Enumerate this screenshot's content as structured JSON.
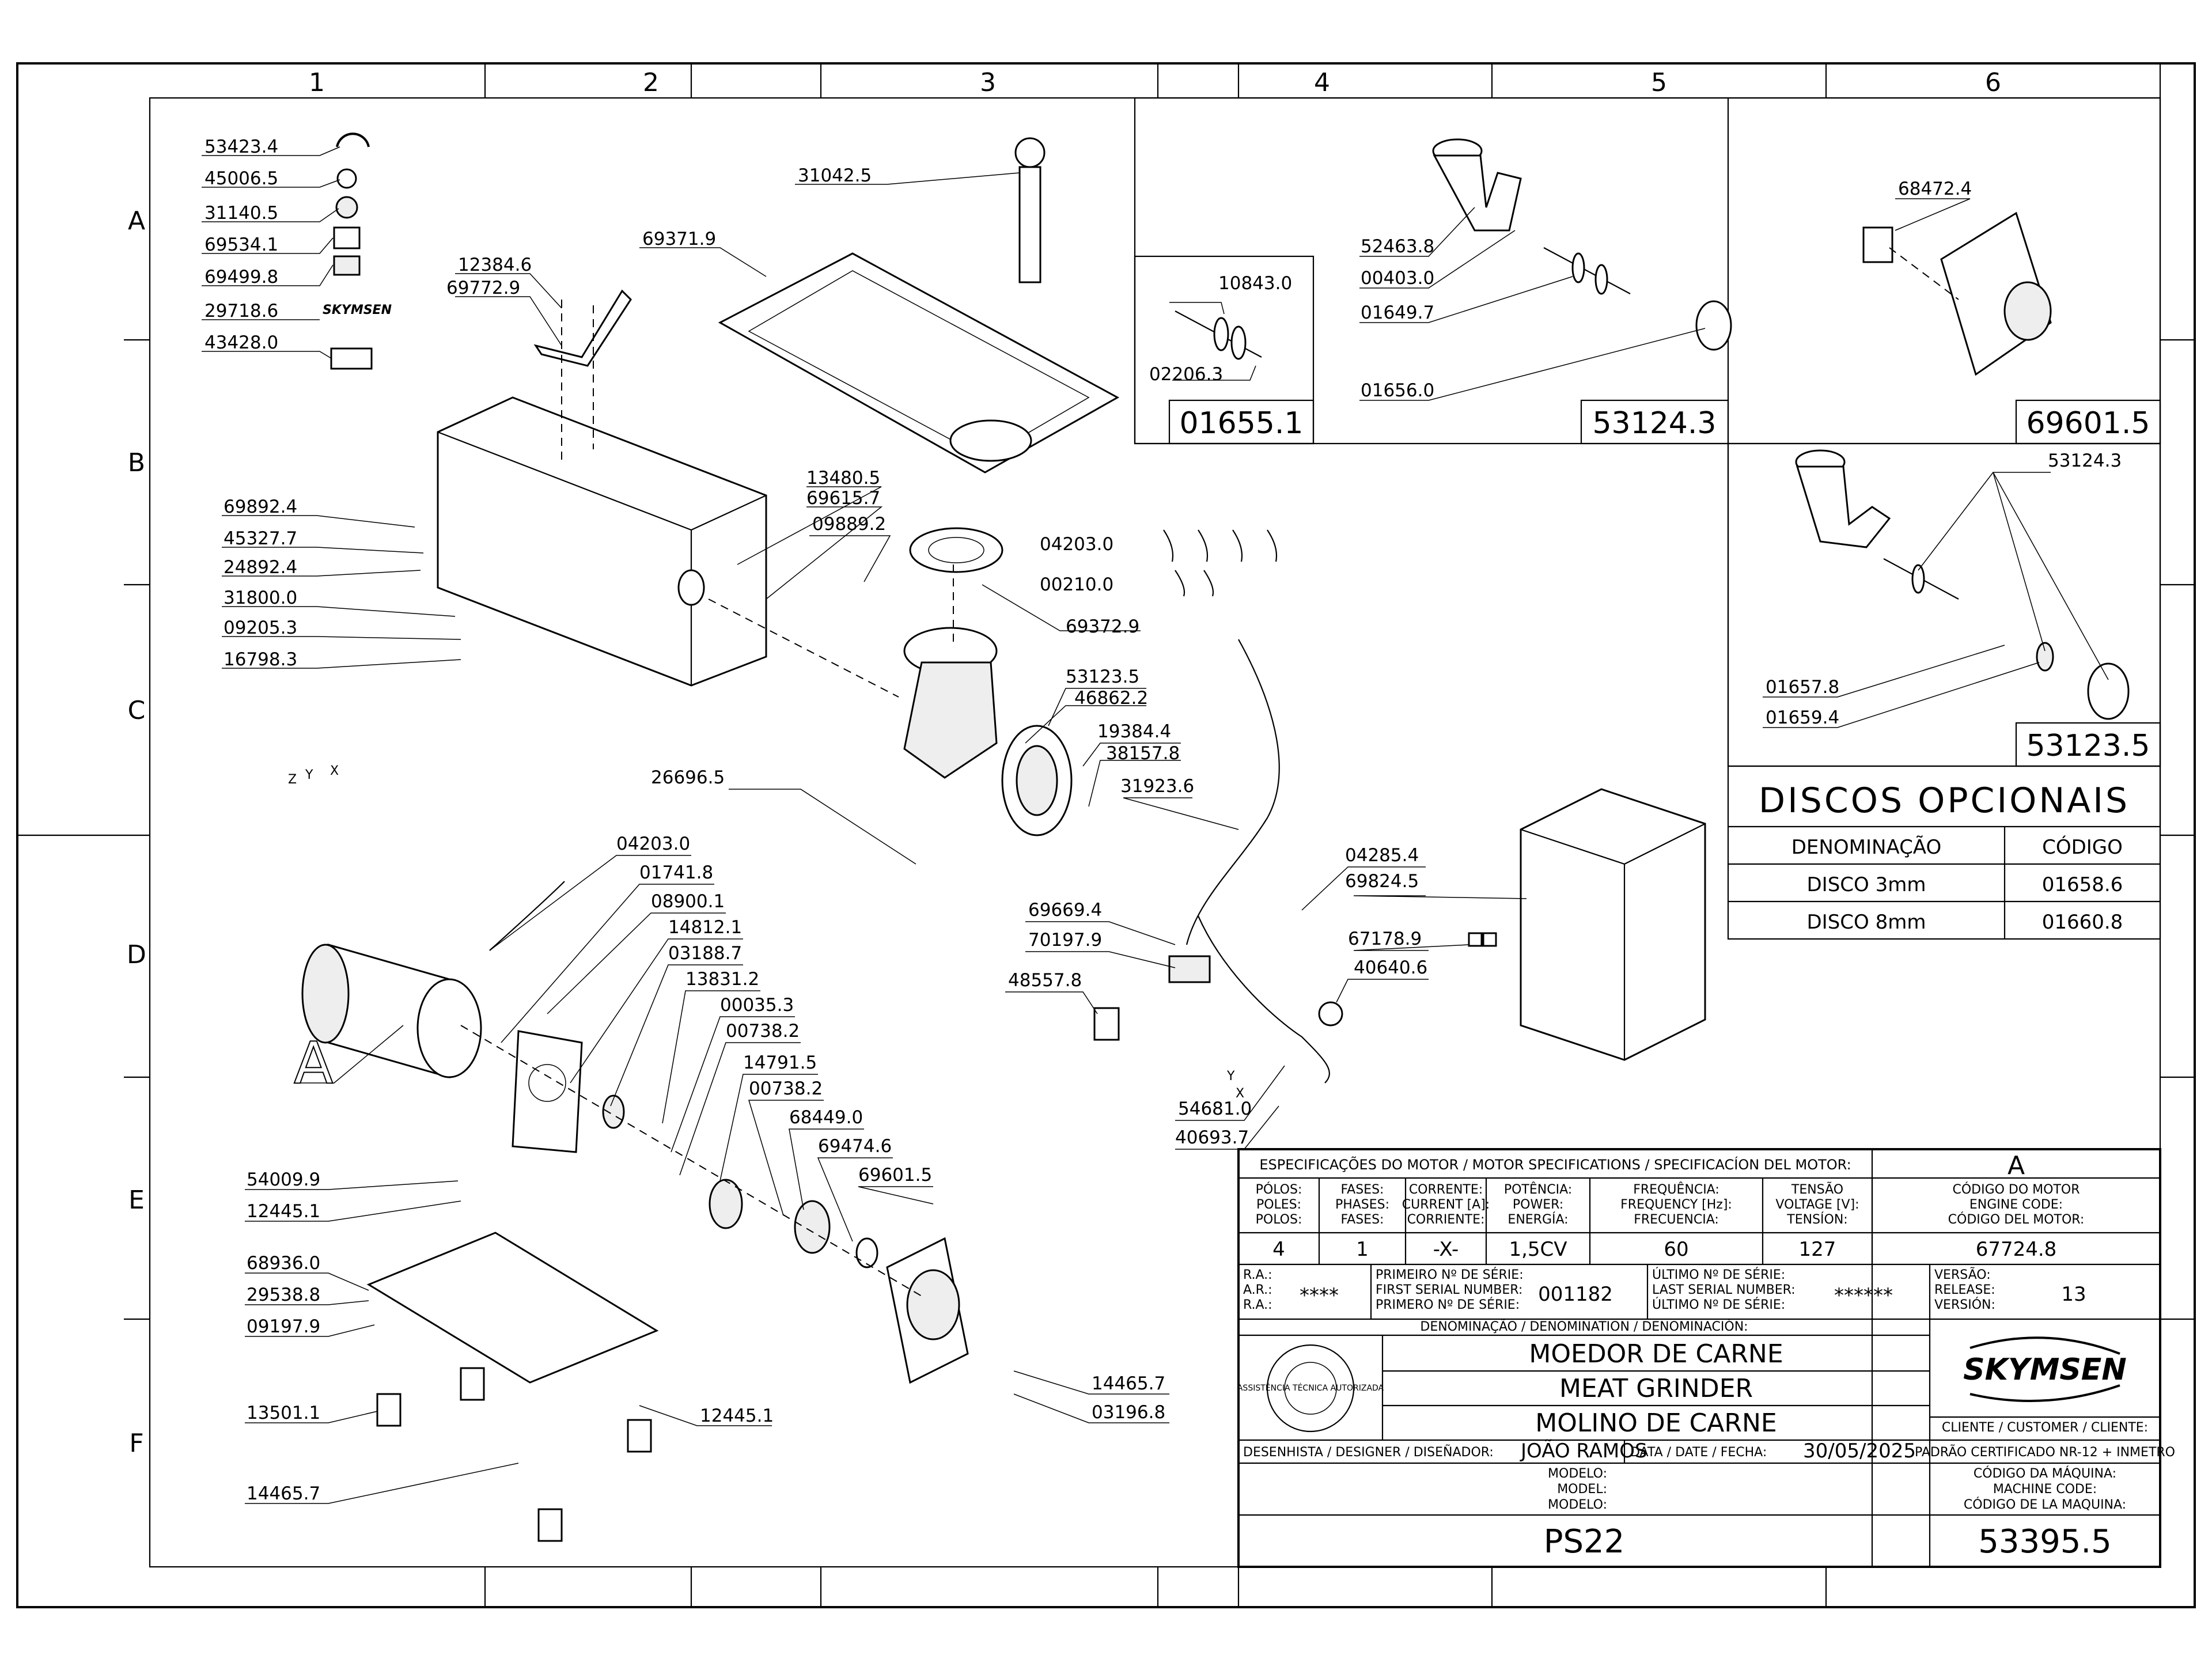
{
  "grid": {
    "columns": [
      "1",
      "2",
      "3",
      "4",
      "5",
      "6"
    ],
    "rows": [
      "A",
      "B",
      "C",
      "D",
      "E",
      "F"
    ]
  },
  "part_labels": [
    {
      "id": "53423.4"
    },
    {
      "id": "45006.5"
    },
    {
      "id": "31140.5"
    },
    {
      "id": "69534.1"
    },
    {
      "id": "69499.8"
    },
    {
      "id": "29718.6"
    },
    {
      "id": "43428.0"
    },
    {
      "id": "12384.6"
    },
    {
      "id": "69772.9"
    },
    {
      "id": "31042.5"
    },
    {
      "id": "69371.9"
    },
    {
      "id": "69892.4"
    },
    {
      "id": "45327.7"
    },
    {
      "id": "24892.4"
    },
    {
      "id": "31800.0"
    },
    {
      "id": "09205.3"
    },
    {
      "id": "16798.3"
    },
    {
      "id": "13480.5"
    },
    {
      "id": "69615.7"
    },
    {
      "id": "09889.2"
    },
    {
      "id": "04203.0"
    },
    {
      "id": "00210.0"
    },
    {
      "id": "69372.9"
    },
    {
      "id": "53123.5"
    },
    {
      "id": "46862.2"
    },
    {
      "id": "19384.4"
    },
    {
      "id": "38157.8"
    },
    {
      "id": "31923.6"
    },
    {
      "id": "26696.5"
    },
    {
      "id": "04285.4"
    },
    {
      "id": "69824.5"
    },
    {
      "id": "69669.4"
    },
    {
      "id": "70197.9"
    },
    {
      "id": "48557.8"
    },
    {
      "id": "67178.9"
    },
    {
      "id": "40640.6"
    },
    {
      "id": "54681.0"
    },
    {
      "id": "40693.7"
    },
    {
      "id": "04203.0"
    },
    {
      "id": "01741.8"
    },
    {
      "id": "08900.1"
    },
    {
      "id": "14812.1"
    },
    {
      "id": "03188.7"
    },
    {
      "id": "13831.2"
    },
    {
      "id": "00035.3"
    },
    {
      "id": "00738.2"
    },
    {
      "id": "14791.5"
    },
    {
      "id": "00738.2"
    },
    {
      "id": "68449.0"
    },
    {
      "id": "69474.6"
    },
    {
      "id": "69601.5"
    },
    {
      "id": "54009.9"
    },
    {
      "id": "12445.1"
    },
    {
      "id": "68936.0"
    },
    {
      "id": "29538.8"
    },
    {
      "id": "09197.9"
    },
    {
      "id": "13501.1"
    },
    {
      "id": "12445.1"
    },
    {
      "id": "14465.7"
    },
    {
      "id": "14465.7"
    },
    {
      "id": "03196.8"
    },
    {
      "id": "10843.0"
    },
    {
      "id": "02206.3"
    },
    {
      "id": "52463.8"
    },
    {
      "id": "00403.0"
    },
    {
      "id": "01649.7"
    },
    {
      "id": "01656.0"
    },
    {
      "id": "68472.4"
    },
    {
      "id": "53124.3"
    },
    {
      "id": "01657.8"
    },
    {
      "id": "01659.4"
    }
  ],
  "motor_axes": [
    "Z",
    "Y",
    "X"
  ],
  "plug_axes": [
    "Y",
    "X"
  ],
  "view_letter": "A",
  "box_codes": {
    "box1": "01655.1",
    "box2": "53124.3",
    "box3": "69601.5",
    "box4": "53123.5"
  },
  "discos": {
    "title": "DISCOS OPCIONAIS",
    "col_name": "DENOMINAÇÃO",
    "col_code": "CÓDIGO",
    "rows": [
      {
        "name": "DISCO 3mm",
        "code": "01658.6"
      },
      {
        "name": "DISCO 8mm",
        "code": "01660.8"
      }
    ]
  },
  "title_block": {
    "motor_spec_header": "ESPECIFICAÇÕES DO MOTOR / MOTOR SPECIFICATIONS / SPECIFICACÍON DEL MOTOR:",
    "version_letter": "A",
    "spec_headers": [
      [
        "PÓLOS:",
        "POLES:",
        "POLOS:"
      ],
      [
        "FASES:",
        "PHASES:",
        "FASES:"
      ],
      [
        "CORRENTE:",
        "CURRENT [A]:",
        "CORRIENTE:"
      ],
      [
        "POTÊNCIA:",
        "POWER:",
        "ENERGÍA:"
      ],
      [
        "FREQUÊNCIA:",
        "FREQUENCY [Hz]:",
        "FRECUENCIA:"
      ],
      [
        "TENSÃO",
        "VOLTAGE [V]:",
        "TENSÍON:"
      ],
      [
        "CÓDIGO DO MOTOR",
        "ENGINE CODE:",
        "CÓDIGO DEL MOTOR:"
      ]
    ],
    "spec_values": [
      "4",
      "1",
      "-X-",
      "1,5CV",
      "60",
      "127",
      "67724.8"
    ],
    "ra_labels": [
      "R.A.:",
      "A.R.:",
      "R.A.:"
    ],
    "ra_value": "****",
    "first_serial_labels": [
      "PRIMEIRO Nº DE SÉRIE:",
      "FIRST SERIAL NUMBER:",
      "PRIMERO Nº DE SÉRIE:"
    ],
    "first_serial": "001182",
    "last_serial_labels": [
      "ÚLTIMO Nº DE SÉRIE:",
      "LAST SERIAL NUMBER:",
      "ÚLTIMO Nº DE SÉRIE:"
    ],
    "last_serial": "******",
    "version_labels": [
      "VERSÃO:",
      "RELEASE:",
      "VERSIÓN:"
    ],
    "version": "13",
    "denomination_header": "DENOMINAÇÃO / DENOMINATION / DENOMINACIÓN:",
    "names": [
      "MOEDOR DE CARNE",
      "MEAT GRINDER",
      "MOLINO DE CARNE"
    ],
    "seal_text": "ASSISTÊNCIA TÉCNICA AUTORIZADA",
    "brand": "SKYMSEN",
    "client_label": "CLIENTE / CUSTOMER / CLIENTE:",
    "client_value": "PADRÃO CERTIFICADO NR-12 + INMETRO",
    "designer_label": "DESENHISTA / DESIGNER / DISEÑADOR:",
    "designer": "JOÃO RAMOS",
    "date_label": "DATA / DATE / FECHA:",
    "date": "30/05/2025",
    "model_labels": [
      "MODELO:",
      "MODEL:",
      "MODELO:"
    ],
    "model": "PS22",
    "machine_code_labels": [
      "CÓDIGO DA MÁQUINA:",
      "MACHINE CODE:",
      "CÓDIGO DE LA MAQUINA:"
    ],
    "machine_code": "53395.5"
  }
}
